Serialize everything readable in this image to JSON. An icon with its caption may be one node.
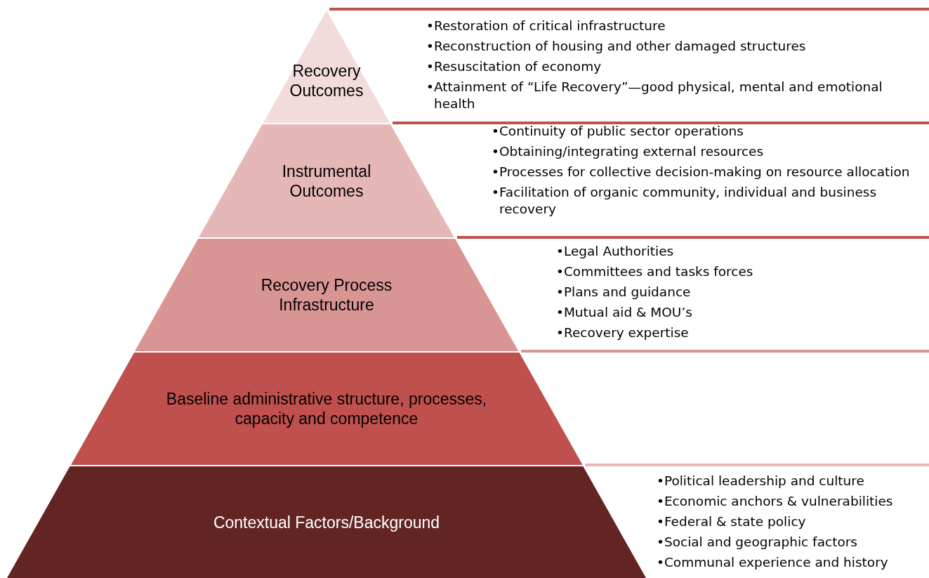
{
  "diagram": {
    "nodes": [
      {
        "text": [
          "Recovery Outcomes"
        ],
        "beside": [
          "•Restoration of critical infrastructure",
          "•Reconstruction of housing and other damaged structures",
          "•Resuscitation of economy",
          "•Attainment of “Life Recovery”—good physical, mental and emotional health"
        ]
      },
      {
        "text": [
          "Instrumental Outcomes"
        ],
        "beside": [
          "•Continuity of public sector operations",
          "•Obtaining/integrating external resources",
          "•Processes for collective decision-making on resource allocation",
          "•Facilitation of organic community, individual and business recovery"
        ]
      },
      {
        "text": [
          "Recovery Process Infrastructure"
        ],
        "beside": [
          "•Legal Authorities",
          "•Committees and tasks forces",
          "•Plans and guidance",
          "•Mutual aid & MOU’s",
          "•Recovery expertise"
        ]
      },
      {
        "text": [
          "Baseline administrative structure, processes, capacity and competence"
        ]
      },
      {
        "text": [
          "Contextual Factors/Background"
        ],
        "beside": [
          "•Political leadership and culture",
          "•Economic anchors & vulnerabilities",
          "•Federal & state policy",
          "•Social and geographic factors",
          "•Communal experience and history"
        ]
      }
    ],
    "edges": []
  }
}
